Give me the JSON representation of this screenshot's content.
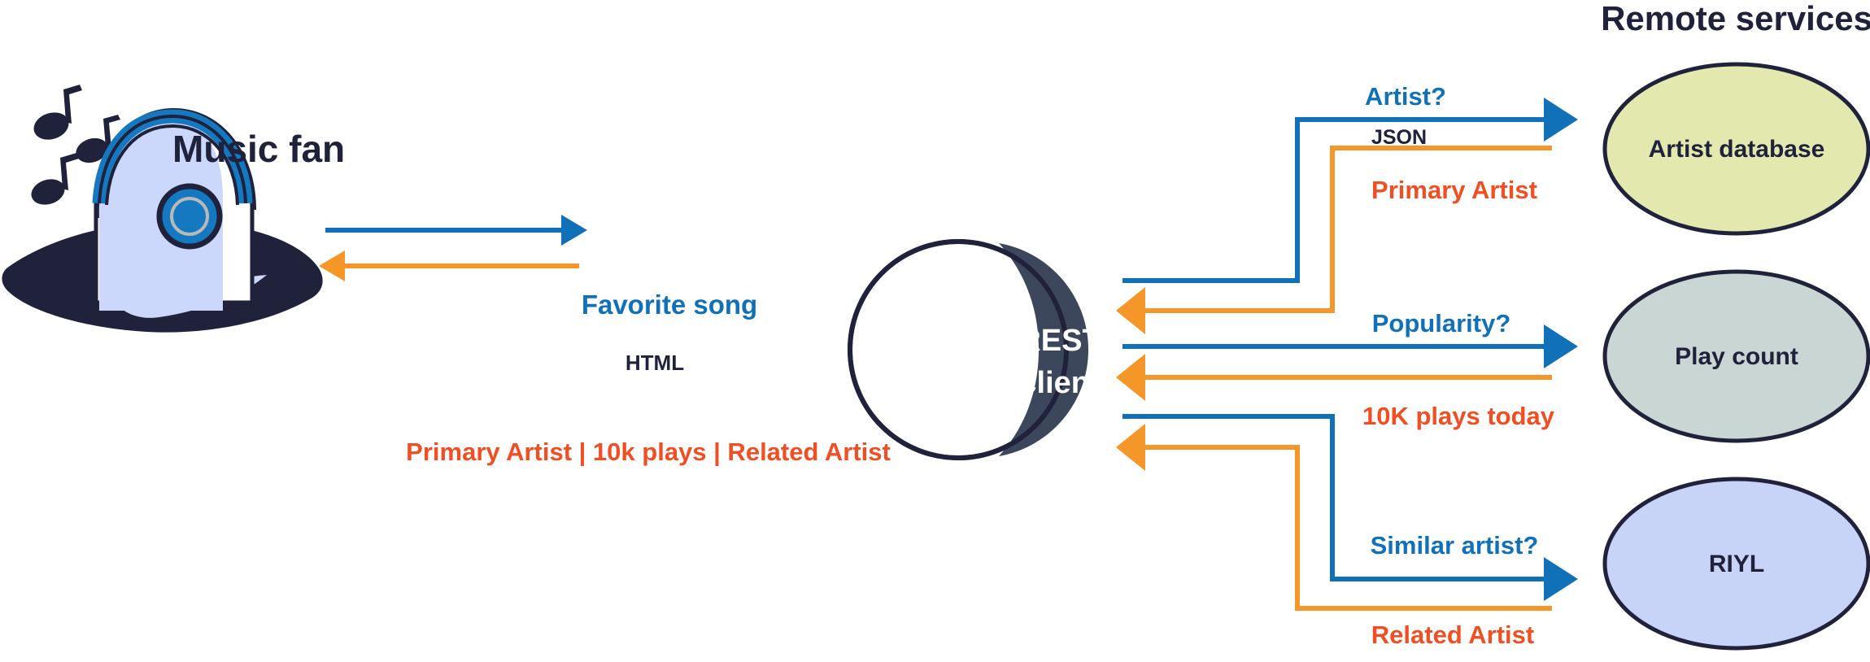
{
  "diagram": {
    "title_right": "Remote services",
    "actor": {
      "name": "Music fan",
      "icon": "music-notes-icon",
      "headphones_icon": "headphones-icon"
    },
    "client": {
      "line1": "REST",
      "line2": "client",
      "name": "REST client"
    },
    "services": [
      {
        "id": "artist-database",
        "label": "Artist database",
        "fill": "#e3e9ae"
      },
      {
        "id": "play-count",
        "label": "Play count",
        "fill": "#c9d6d3"
      },
      {
        "id": "riyl",
        "label": "RIYL",
        "fill": "#c7d3f7"
      }
    ],
    "client_exchange": {
      "request_label": "Favorite song",
      "format_label": "HTML",
      "response_label": "Primary Artist | 10k plays | Related Artist"
    },
    "service_exchanges": [
      {
        "id": "artist-database",
        "request_label": "Artist?",
        "format_label": "JSON",
        "response_label": "Primary Artist"
      },
      {
        "id": "play-count",
        "request_label": "Popularity?",
        "format_label": "",
        "response_label": "10K plays today"
      },
      {
        "id": "riyl",
        "request_label": "Similar artist?",
        "format_label": "",
        "response_label": "Related Artist"
      }
    ],
    "colors": {
      "request_blue": "#1171b8",
      "response_orange_line": "#f59728",
      "response_orange_text": "#f04e23",
      "dark_navy": "#20223b",
      "client_dark": "#3c475c",
      "headphone_blue": "#1479c0",
      "face_lavender": "#ccd8fb"
    }
  }
}
